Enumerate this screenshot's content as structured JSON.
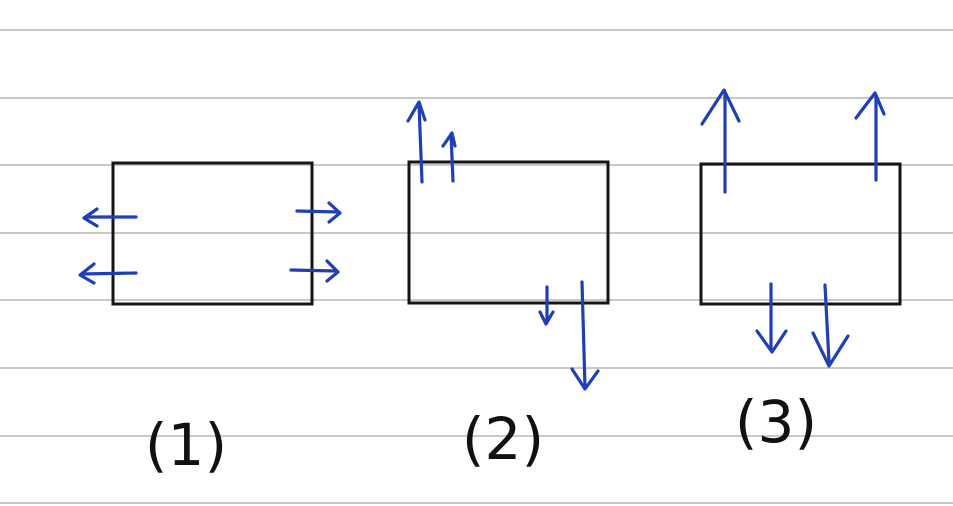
{
  "colors": {
    "ink": "#151515",
    "arrow": "#1f3fb4",
    "ruled": "#c9c9c9",
    "paper": "#ffffff"
  },
  "diagrams": [
    {
      "label": "(1)",
      "arrow_direction": "horizontal-outward"
    },
    {
      "label": "(2)",
      "arrow_direction": "opposite-corners"
    },
    {
      "label": "(3)",
      "arrow_direction": "vertical-outward"
    }
  ]
}
